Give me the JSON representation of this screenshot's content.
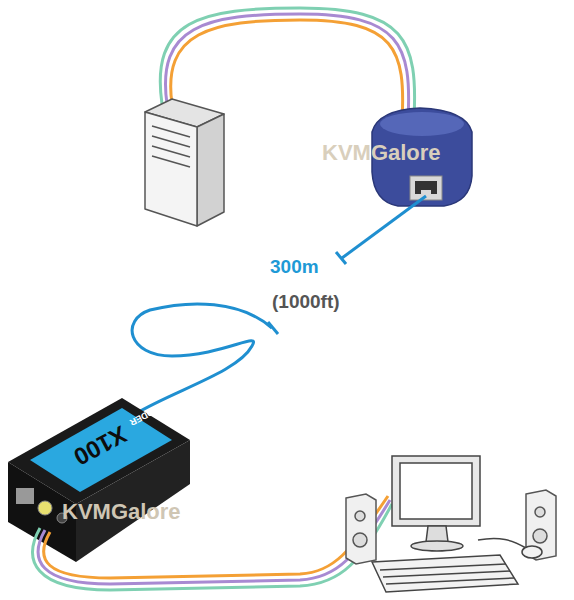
{
  "diagram": {
    "labels": [
      "300m",
      "(1000ft)",
      "KVMGalore",
      "KVMGalore",
      "X100",
      "ADDER"
    ]
  }
}
